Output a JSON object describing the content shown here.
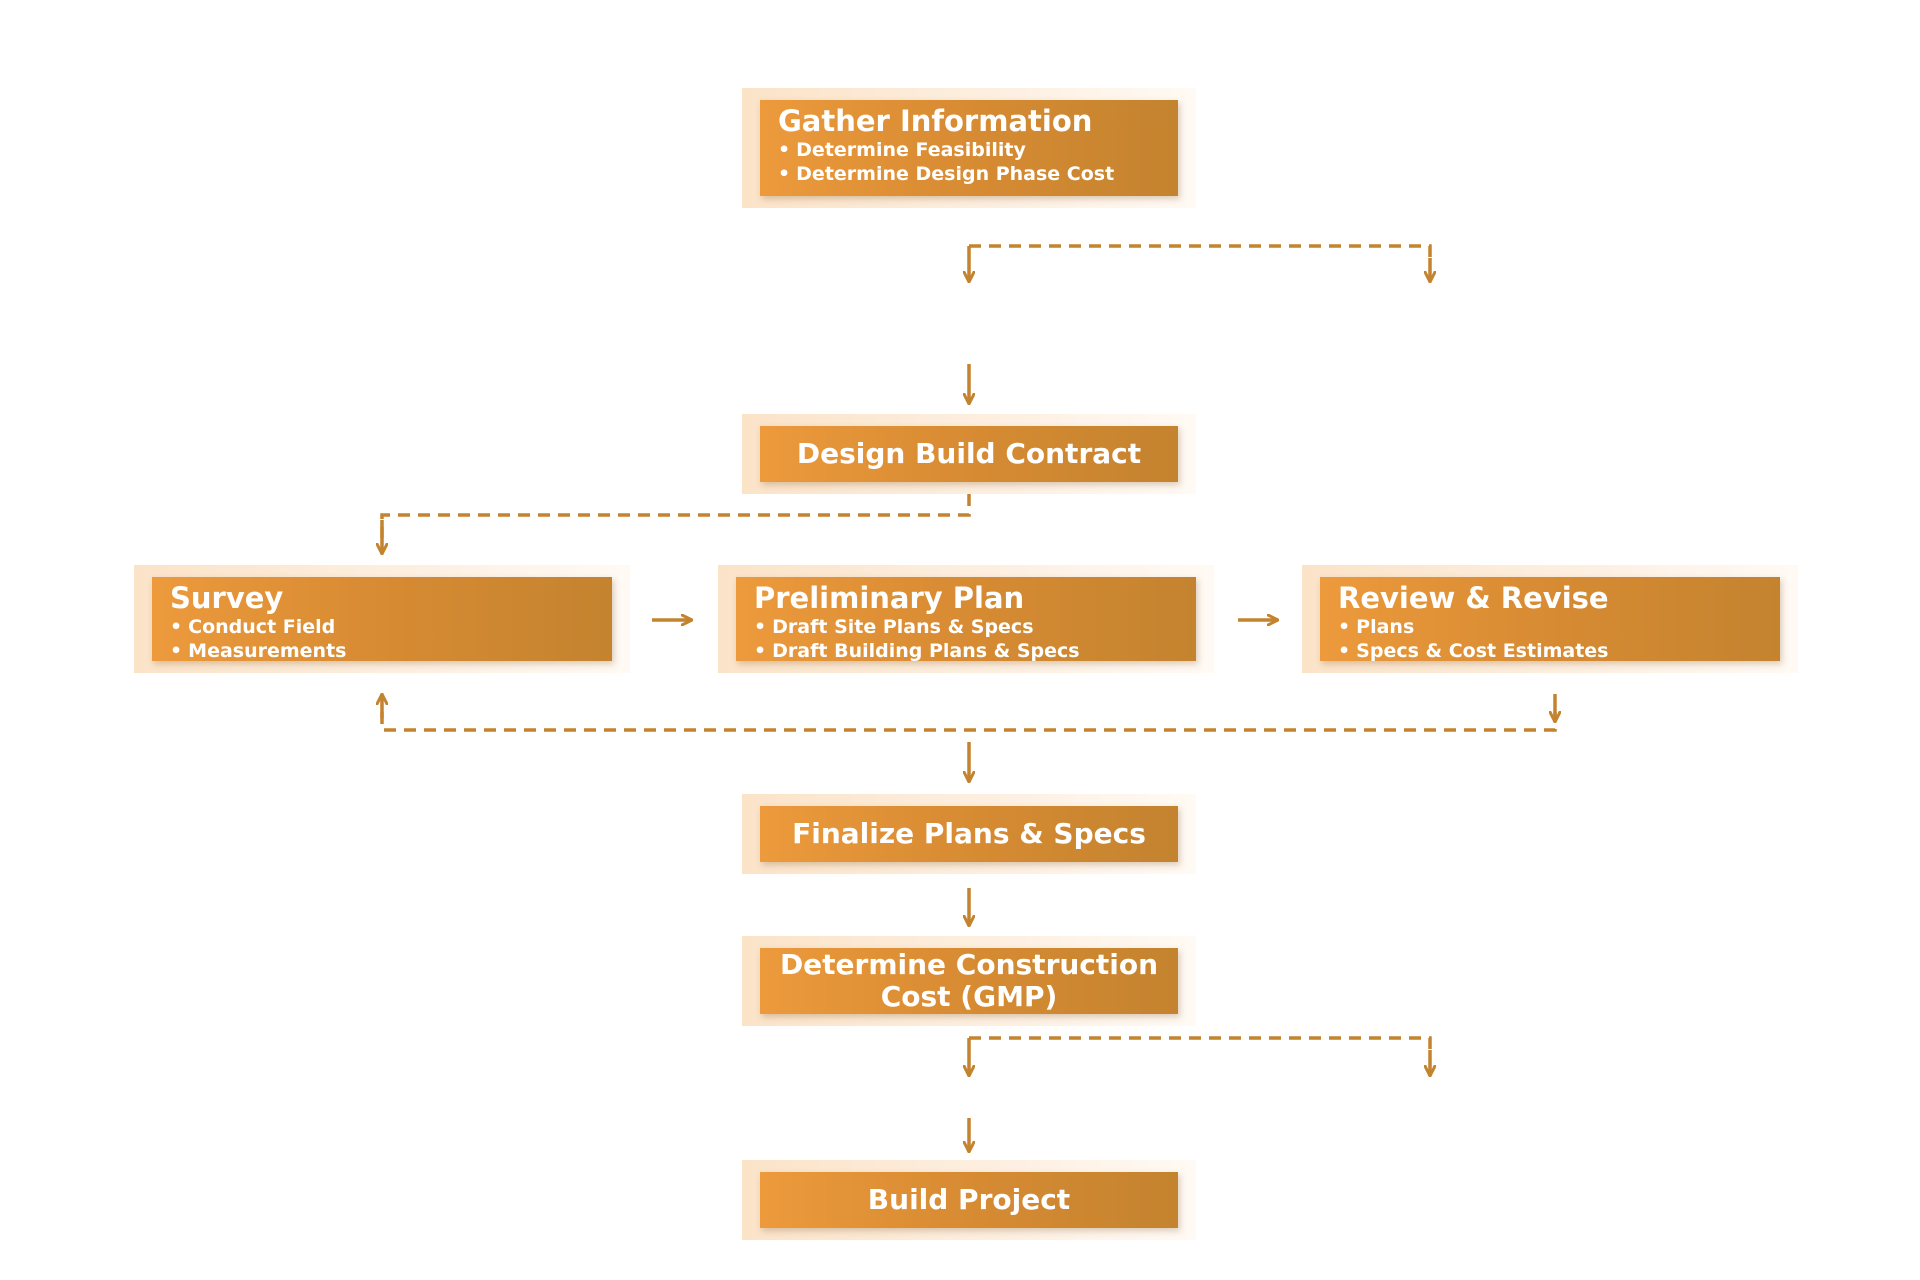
{
  "colors": {
    "box_start": "#ec9a3c",
    "box_end": "#c4832f",
    "glow": "#fbe3c8",
    "connector": "#c4832f",
    "text": "#ffffff"
  },
  "nodes": {
    "gather": {
      "title": "Gather Information",
      "bullets": [
        "Determine Feasibility",
        "Determine Design Phase Cost"
      ]
    },
    "contract": {
      "title": "Design Build Contract"
    },
    "survey": {
      "title": "Survey",
      "bullets": [
        "Conduct Field",
        "Measurements"
      ]
    },
    "preliminary": {
      "title": "Preliminary Plan",
      "bullets": [
        "Draft Site Plans & Specs",
        "Draft Building Plans & Specs"
      ]
    },
    "review": {
      "title": "Review & Revise",
      "bullets": [
        "Plans",
        "Specs & Cost Estimates"
      ]
    },
    "finalize": {
      "title": "Finalize Plans & Specs"
    },
    "construction_cost": {
      "title_line1": "Determine Construction",
      "title_line2": "Cost (GMP)"
    },
    "build": {
      "title": "Build Project"
    }
  },
  "connectors": {
    "style": "dashed for branching, solid arrows for direct flow",
    "arrow_icon": "arrow-icon"
  }
}
